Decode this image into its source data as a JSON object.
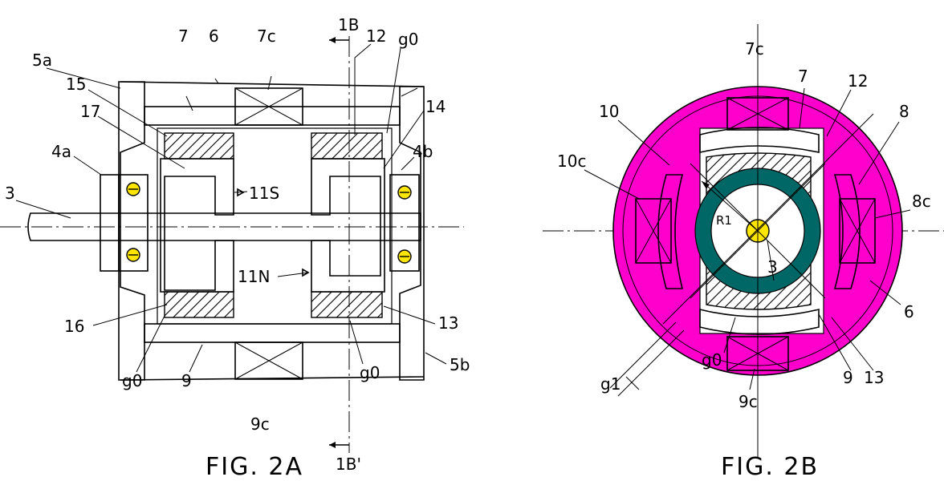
{
  "colors": {
    "housing": "#ff00cc",
    "coil": "#19e619",
    "core": "#006666",
    "shaft": "#ffe600",
    "yoke": "#c8c8c8",
    "bearing": "#d8d8d8"
  },
  "fig_a": {
    "caption": "FIG. 2A",
    "labels": {
      "l_1B": "1B",
      "l_1B_prime": "1B'",
      "l_7": "7",
      "l_6": "6",
      "l_7c": "7c",
      "l_12": "12",
      "l_g0_top": "g0",
      "l_5a": "5a",
      "l_15": "15",
      "l_17": "17",
      "l_14": "14",
      "l_4a": "4a",
      "l_4b": "4b",
      "l_3": "3",
      "l_11S": "11S",
      "l_11N": "11N",
      "l_16": "16",
      "l_13": "13",
      "l_5b": "5b",
      "l_g0_bl": "g0",
      "l_9": "9",
      "l_9c": "9c",
      "l_g0_br": "g0"
    }
  },
  "fig_b": {
    "caption": "FIG. 2B",
    "labels": {
      "l_7c": "7c",
      "l_7": "7",
      "l_12": "12",
      "l_10": "10",
      "l_8": "8",
      "l_10c": "10c",
      "l_8c": "8c",
      "l_R1": "R1",
      "l_3": "3",
      "l_6": "6",
      "l_g1": "g1",
      "l_g0": "g0",
      "l_9": "9",
      "l_13": "13",
      "l_9c": "9c"
    }
  }
}
